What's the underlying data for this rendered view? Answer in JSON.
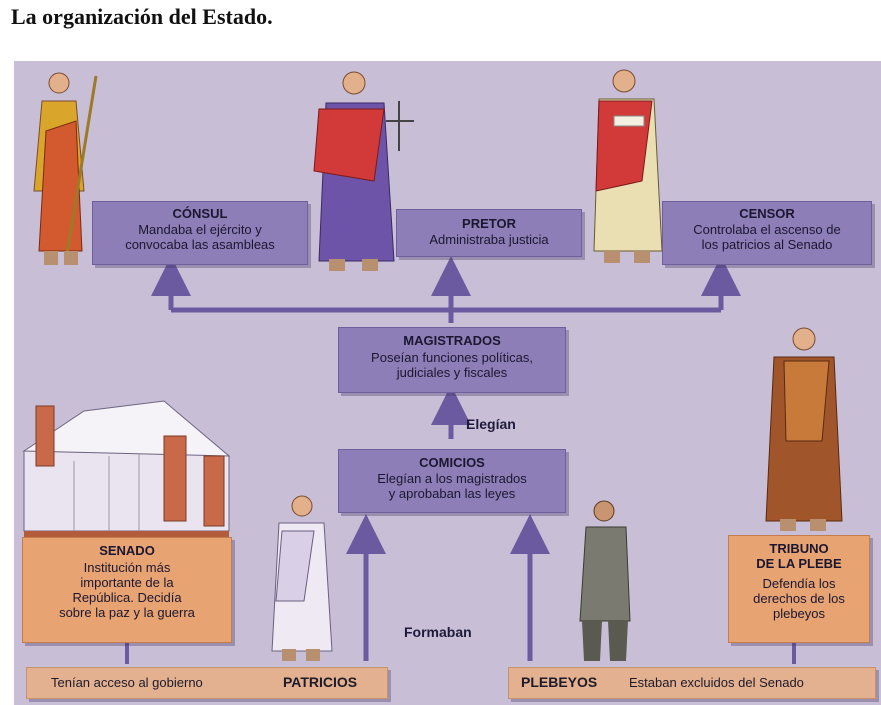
{
  "title": "La organización del Estado.",
  "consul": {
    "title": "CÓNSUL",
    "desc": [
      "Mandaba el ejército y",
      "convocaba las asambleas"
    ]
  },
  "pretor": {
    "title": "PRETOR",
    "desc": [
      "Administraba justicia"
    ]
  },
  "censor": {
    "title": "CENSOR",
    "desc": [
      "Controlaba el ascenso de",
      "los patricios al Senado"
    ]
  },
  "magistrados": {
    "title": "MAGISTRADOS",
    "desc": [
      "Poseían funciones políticas,",
      "judiciales y fiscales"
    ]
  },
  "comicios": {
    "title": "COMICIOS",
    "desc": [
      "Elegían a los magistrados",
      "y aprobaban las leyes"
    ]
  },
  "senado": {
    "title": "SENADO",
    "desc": [
      "Institución más",
      "importante de la",
      "República. Decidía",
      "sobre la paz y la guerra"
    ]
  },
  "tribuno": {
    "title": [
      "TRIBUNO",
      "DE LA PLEBE"
    ],
    "desc": [
      "Defendía los",
      "derechos de los",
      "plebeyos"
    ]
  },
  "patricios_bar": {
    "note": "Tenían acceso al gobierno",
    "label": "PATRICIOS"
  },
  "plebeyos_bar": {
    "label": "PLEBEYOS",
    "note": "Estaban excluidos del Senado"
  },
  "labels": {
    "elegian": "Elegían",
    "formaban": "Formaban"
  },
  "colors": {
    "panel": "#c8bfd7",
    "violet_box": "#8e7eb7",
    "orange_box": "#e7a372",
    "arrow": "#6b5aa0"
  }
}
